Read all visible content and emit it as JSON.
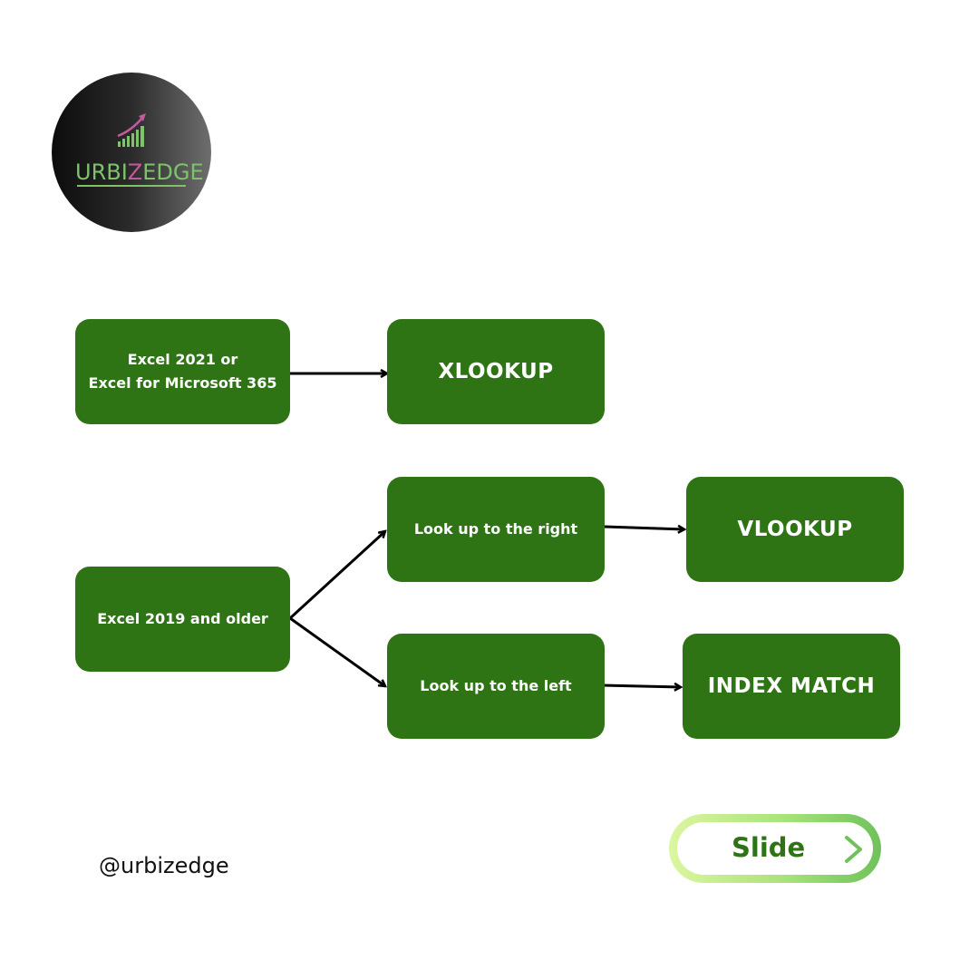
{
  "logo": {
    "brand_pre": "URBI",
    "brand_hl": "Z",
    "brand_post": "EDGE",
    "colors": {
      "green": "#7cc36a",
      "pink": "#c25aa0"
    },
    "icon": "growth-bars-arrow-icon"
  },
  "nodes": {
    "excel_2021": "Excel 2021 or\nExcel for Microsoft 365",
    "xlookup": "XLOOKUP",
    "excel_2019": "Excel 2019 and older",
    "lookup_right": "Look up to the right",
    "vlookup": "VLOOKUP",
    "lookup_left": "Look up to the left",
    "index_match": "INDEX MATCH"
  },
  "edges": [
    {
      "from": "excel_2021",
      "to": "xlookup"
    },
    {
      "from": "excel_2019",
      "to": "lookup_right"
    },
    {
      "from": "excel_2019",
      "to": "lookup_left"
    },
    {
      "from": "lookup_right",
      "to": "vlookup"
    },
    {
      "from": "lookup_left",
      "to": "index_match"
    }
  ],
  "footer": {
    "handle": "@urbizedge",
    "slide_label": "Slide",
    "slide_icon": "chevron-right-icon"
  },
  "colors": {
    "box": "#2e7415",
    "box_text": "#ffffff",
    "arrow": "#000000"
  }
}
